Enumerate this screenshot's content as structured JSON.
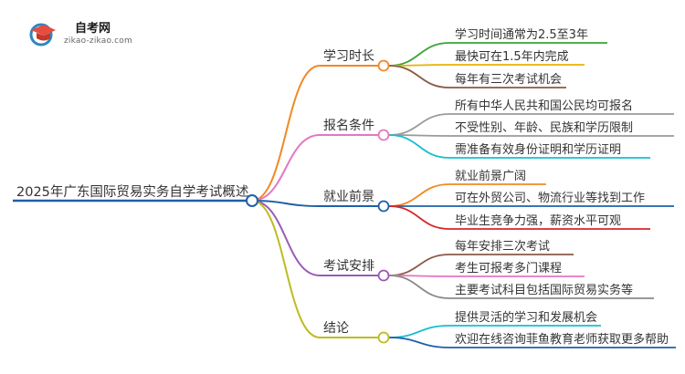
{
  "logo": {
    "title": "自考网",
    "subtitle": "zikao-zikao.com"
  },
  "mindmap": {
    "root": "2025年广东国际贸易实务自学考试概述",
    "branches": [
      {
        "label": "学习时长",
        "color": "#f08a24",
        "children": [
          {
            "label": "学习时间通常为2.5至3年",
            "color": "#3aa335"
          },
          {
            "label": "最快可在1.5年内完成",
            "color": "#e8b200"
          },
          {
            "label": "每年有三次考试机会",
            "color": "#8a5a44"
          }
        ]
      },
      {
        "label": "报名条件",
        "color": "#e377c2",
        "children": [
          {
            "label": "所有中华人民共和国公民均可报名",
            "color": "#9a9a9a"
          },
          {
            "label": "不受性别、年龄、民族和学历限制",
            "color": "#9a9a9a"
          },
          {
            "label": "需准备有效身份证明和学历证明",
            "color": "#17becf"
          }
        ]
      },
      {
        "label": "就业前景",
        "color": "#1f5fa8",
        "children": [
          {
            "label": "就业前景广阔",
            "color": "#f08a24"
          },
          {
            "label": "可在外贸公司、物流行业等找到工作",
            "color": "#1f5fa8"
          },
          {
            "label": "毕业生竞争力强，薪资水平可观",
            "color": "#d62728"
          }
        ]
      },
      {
        "label": "考试安排",
        "color": "#9b59b6",
        "children": [
          {
            "label": "每年安排三次考试",
            "color": "#8a5a44"
          },
          {
            "label": "考生可报考多门课程",
            "color": "#e377c2"
          },
          {
            "label": "主要考试科目包括国际贸易实务等",
            "color": "#8a8a8a"
          }
        ]
      },
      {
        "label": "结论",
        "color": "#bcbd22",
        "children": [
          {
            "label": "提供灵活的学习和发展机会",
            "color": "#17becf"
          },
          {
            "label": "欢迎在线咨询菲鱼教育老师获取更多帮助",
            "color": "#1f5fa8"
          }
        ]
      }
    ]
  }
}
